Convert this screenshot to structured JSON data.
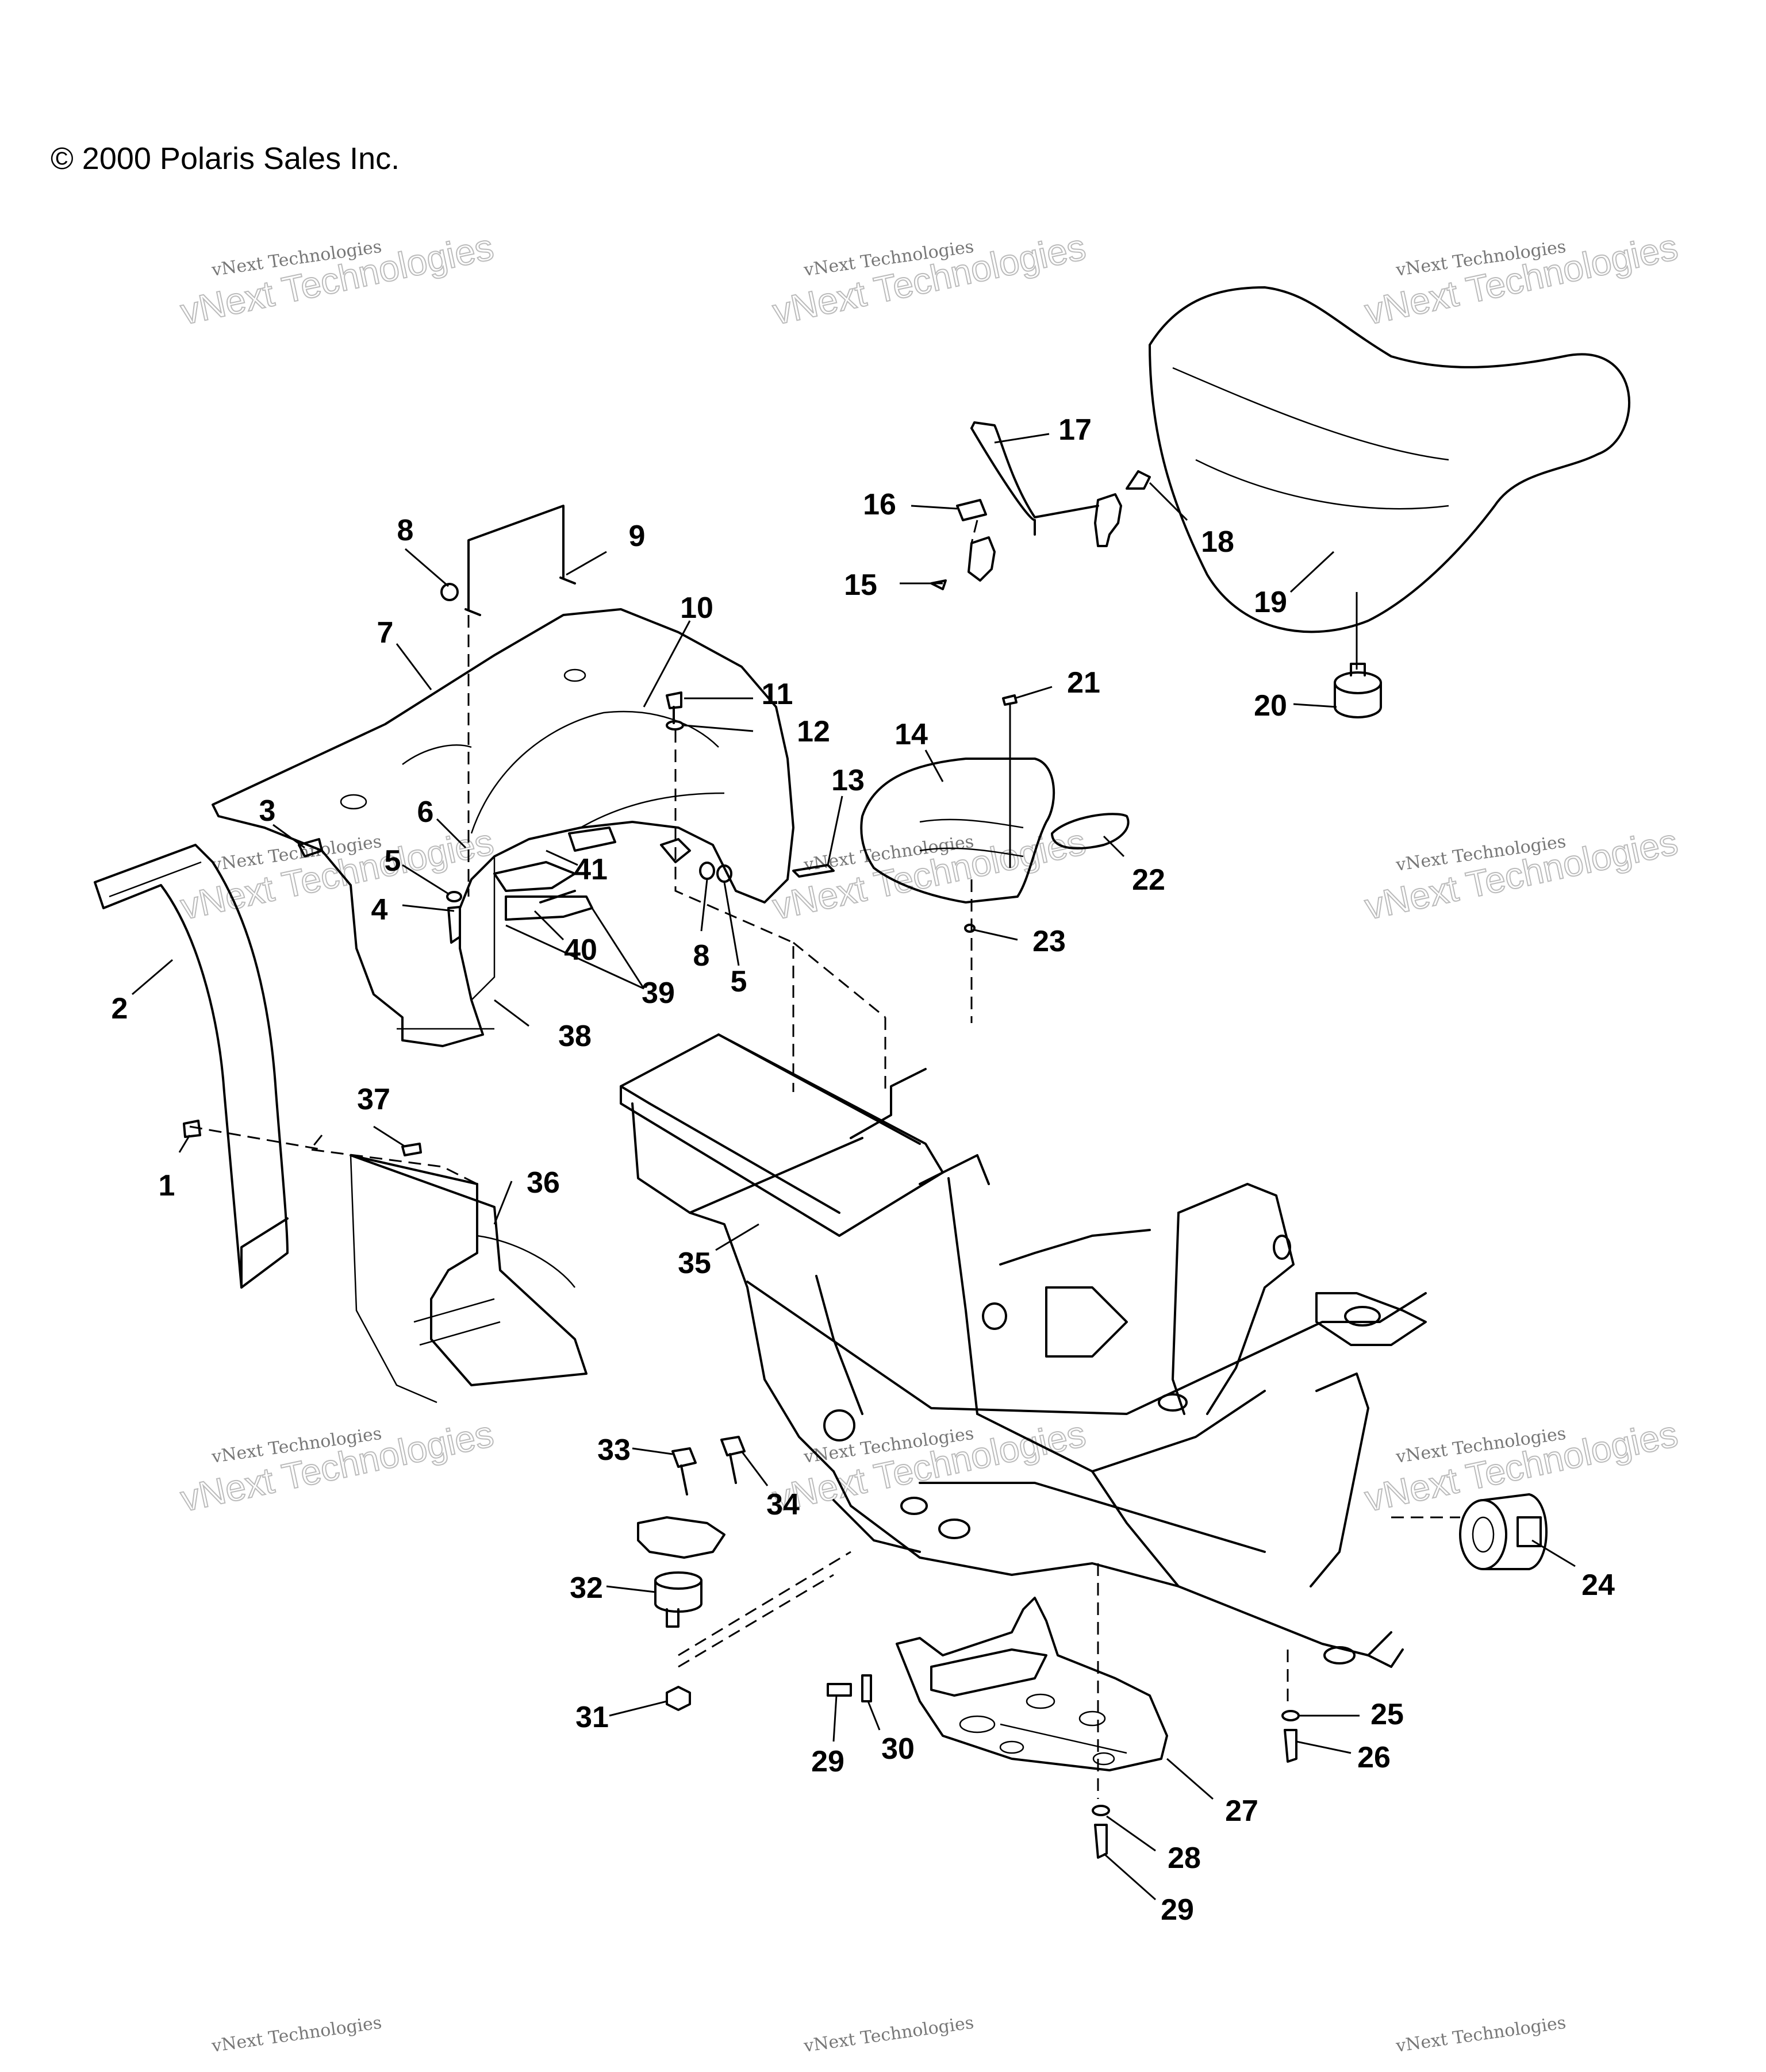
{
  "copyright": "© 2000 Polaris Sales Inc.",
  "watermark": {
    "line1": "vNext Technologies",
    "line2": "vNext Technologies",
    "color": "#999999"
  },
  "parts": [
    {
      "id": "callout-1",
      "label": "1"
    },
    {
      "id": "callout-2",
      "label": "2"
    },
    {
      "id": "callout-3",
      "label": "3"
    },
    {
      "id": "callout-4",
      "label": "4"
    },
    {
      "id": "callout-5a",
      "label": "5"
    },
    {
      "id": "callout-5b",
      "label": "5"
    },
    {
      "id": "callout-6",
      "label": "6"
    },
    {
      "id": "callout-7",
      "label": "7"
    },
    {
      "id": "callout-8a",
      "label": "8"
    },
    {
      "id": "callout-8b",
      "label": "8"
    },
    {
      "id": "callout-9",
      "label": "9"
    },
    {
      "id": "callout-10",
      "label": "10"
    },
    {
      "id": "callout-11",
      "label": "11"
    },
    {
      "id": "callout-12",
      "label": "12"
    },
    {
      "id": "callout-13",
      "label": "13"
    },
    {
      "id": "callout-14",
      "label": "14"
    },
    {
      "id": "callout-15",
      "label": "15"
    },
    {
      "id": "callout-16",
      "label": "16"
    },
    {
      "id": "callout-17",
      "label": "17"
    },
    {
      "id": "callout-18",
      "label": "18"
    },
    {
      "id": "callout-19",
      "label": "19"
    },
    {
      "id": "callout-20",
      "label": "20"
    },
    {
      "id": "callout-21",
      "label": "21"
    },
    {
      "id": "callout-22",
      "label": "22"
    },
    {
      "id": "callout-23",
      "label": "23"
    },
    {
      "id": "callout-24",
      "label": "24"
    },
    {
      "id": "callout-25",
      "label": "25"
    },
    {
      "id": "callout-26",
      "label": "26"
    },
    {
      "id": "callout-27",
      "label": "27"
    },
    {
      "id": "callout-28",
      "label": "28"
    },
    {
      "id": "callout-29a",
      "label": "29"
    },
    {
      "id": "callout-29b",
      "label": "29"
    },
    {
      "id": "callout-30",
      "label": "30"
    },
    {
      "id": "callout-31",
      "label": "31"
    },
    {
      "id": "callout-32",
      "label": "32"
    },
    {
      "id": "callout-33",
      "label": "33"
    },
    {
      "id": "callout-34",
      "label": "34"
    },
    {
      "id": "callout-35",
      "label": "35"
    },
    {
      "id": "callout-36",
      "label": "36"
    },
    {
      "id": "callout-37",
      "label": "37"
    },
    {
      "id": "callout-38",
      "label": "38"
    },
    {
      "id": "callout-39",
      "label": "39"
    },
    {
      "id": "callout-40",
      "label": "40"
    },
    {
      "id": "callout-41",
      "label": "41"
    }
  ]
}
